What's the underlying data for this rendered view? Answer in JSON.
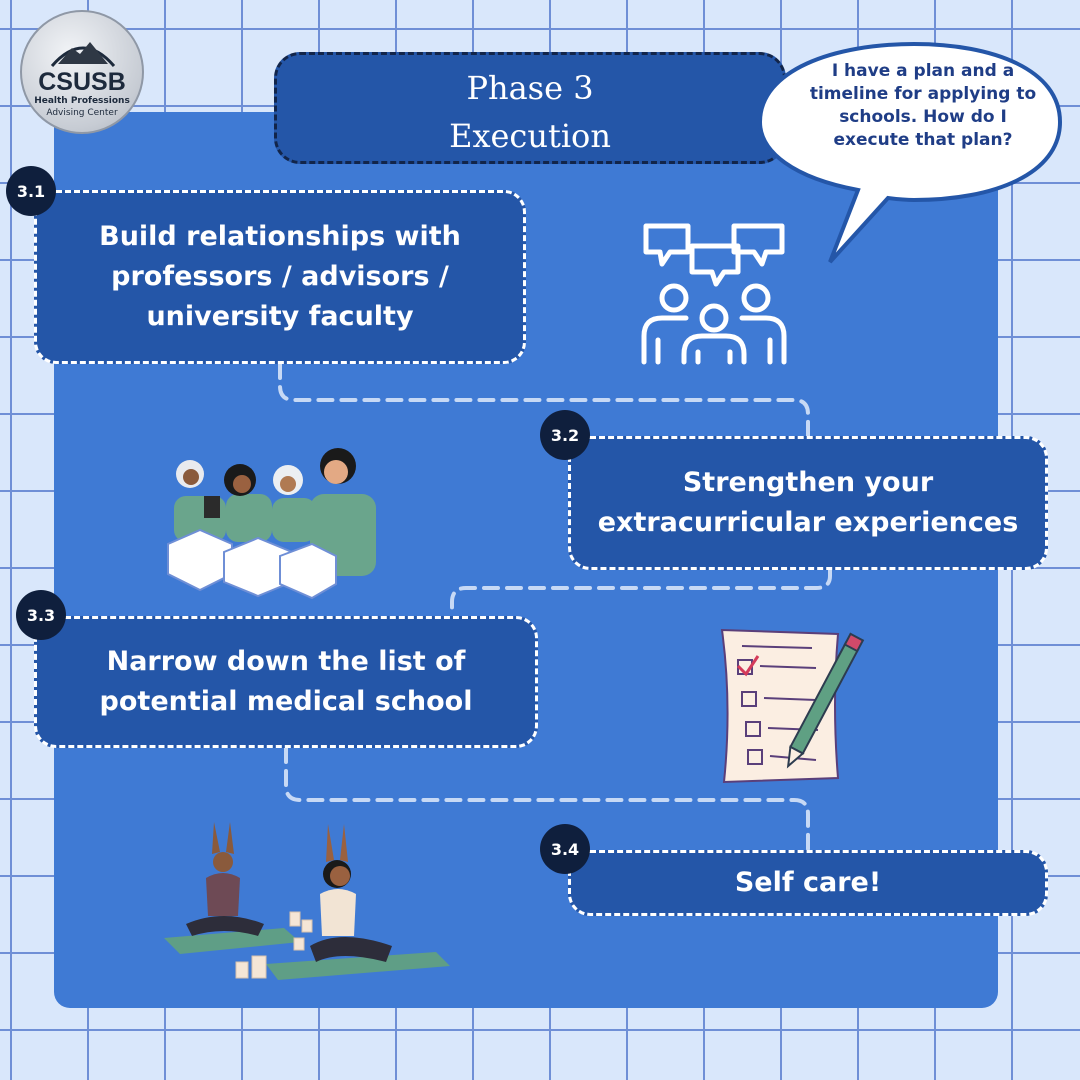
{
  "logo": {
    "title": "CSUSB",
    "subtitle_line1": "Health Professions",
    "subtitle_line2": "Advising Center"
  },
  "header": {
    "phase_line1": "Phase 3",
    "phase_line2": "Execution"
  },
  "speech_bubble": {
    "text": "I have a plan and a timeline for applying to schools. How do I execute that plan?"
  },
  "steps": [
    {
      "number": "3.1",
      "label": "Build relationships with professors / advisors / university faculty"
    },
    {
      "number": "3.2",
      "label": "Strengthen your extracurricular experiences"
    },
    {
      "number": "3.3",
      "label": "Narrow down the list of potential medical school"
    },
    {
      "number": "3.4",
      "label": "Self care!"
    }
  ],
  "icons": {
    "step1": "people-discussion-icon",
    "step2": "volunteers-packing-boxes-illustration",
    "step3": "checklist-with-pencil-icon",
    "step4": "yoga-meditation-illustration"
  },
  "colors": {
    "background": "#d9e7fb",
    "panel": "#3f7ad4",
    "box": "#2456a8",
    "badge": "#0f1f3d",
    "bubble_text": "#1f3d86"
  }
}
